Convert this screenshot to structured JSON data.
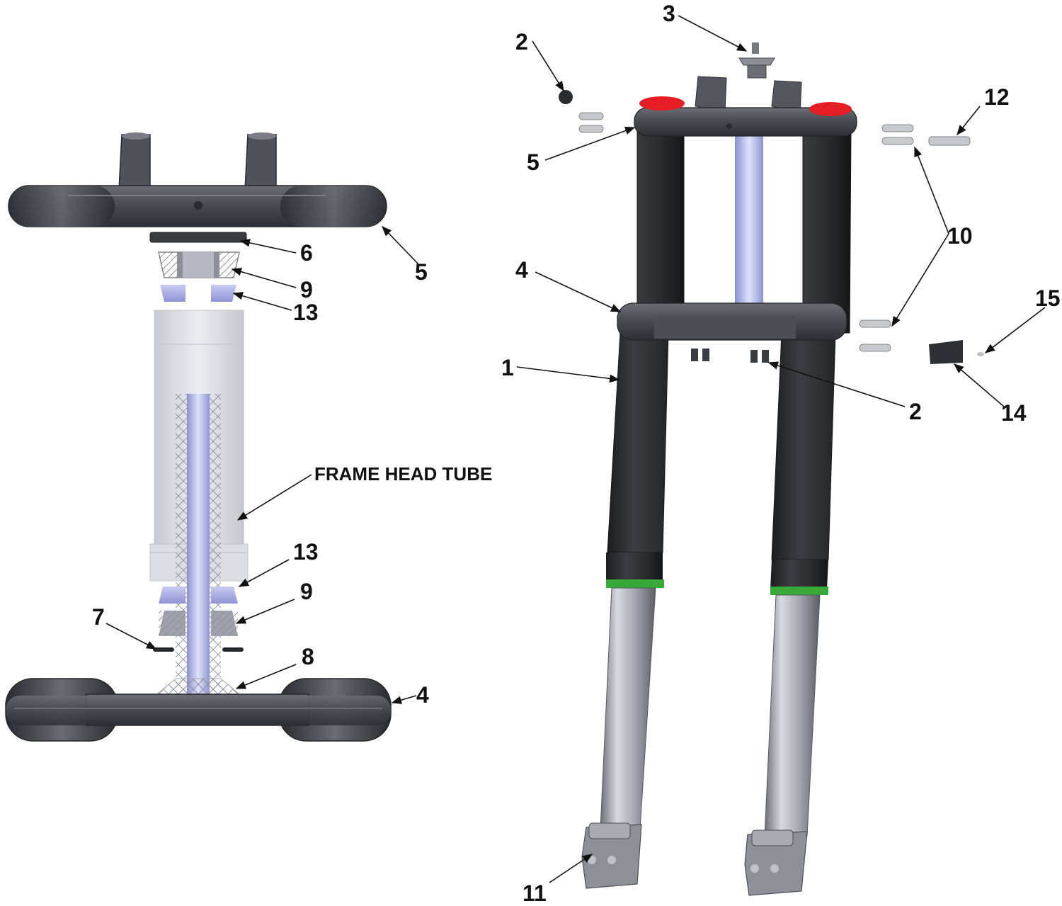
{
  "callouts": {
    "left": {
      "p5": "5",
      "p6": "6",
      "p9_upper": "9",
      "p13_upper": "13",
      "frame_head_tube": "FRAME HEAD TUBE",
      "p13_lower": "13",
      "p9_lower": "9",
      "p7": "7",
      "p8": "8",
      "p4": "4"
    },
    "right": {
      "p2_top": "2",
      "p3": "3",
      "p12": "12",
      "p5": "5",
      "p10": "10",
      "p4": "4",
      "p15": "15",
      "p1": "1",
      "p2_lower": "2",
      "p14": "14",
      "p11": "11"
    }
  },
  "colors": {
    "clamp": "#4a4b52",
    "fork_tube": "#25262a",
    "slider": "#a5a7b0",
    "head_tube": "#dcdde3",
    "stem": "#9fa6dd",
    "bearing": "#a9acdf",
    "red_cap": "#e51e25",
    "seal_green": "#38a938",
    "ink": "#111111"
  }
}
